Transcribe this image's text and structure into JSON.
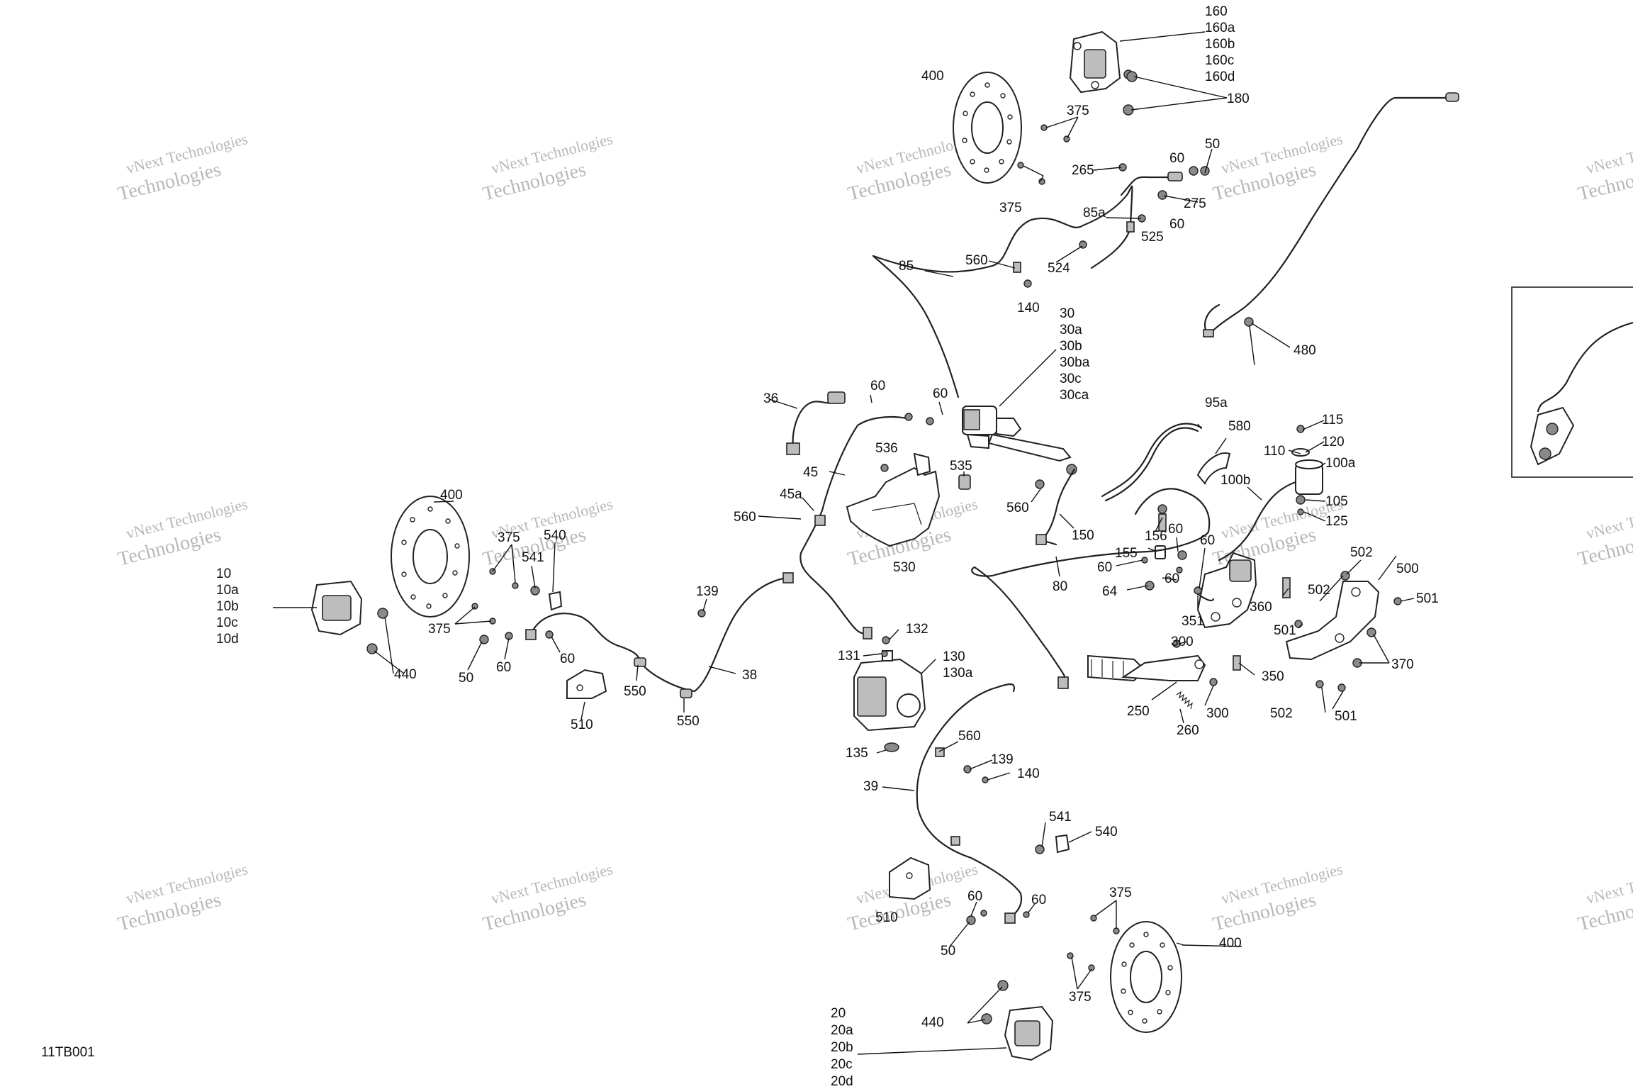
{
  "diagram_code": "11TB001",
  "watermark": {
    "brand": "vNext Technologies",
    "stamp": "Technologies"
  },
  "labels": {
    "l160": [
      "160",
      "160a",
      "160b",
      "160c",
      "160d"
    ],
    "l400_top": "400",
    "l180": "180",
    "l375_a": "375",
    "l375_b": "375",
    "l265": "265",
    "l60_a": "60",
    "l50_a": "50",
    "l275": "275",
    "l60_b": "60",
    "l85a": "85a",
    "l525": "525",
    "l560_a": "560",
    "l524": "524",
    "l85": "85",
    "l140_a": "140",
    "l480": "480",
    "l30": [
      "30",
      "30a",
      "30b",
      "30ba",
      "30c",
      "30ca"
    ],
    "l36": "36",
    "l60_c": "60",
    "l60_d": "60",
    "l95a": "95a",
    "l580": "580",
    "l115": "115",
    "l120": "120",
    "l110": "110",
    "l100a": "100a",
    "l100b": "100b",
    "l105": "105",
    "l125": "125",
    "l536": "536",
    "l45": "45",
    "l535": "535",
    "l560_b": "560",
    "l45a": "45a",
    "l560_c": "560",
    "l150": "150",
    "l156": "156",
    "l60_e": "60",
    "l60_f": "60",
    "l155": "155",
    "l60_g": "60",
    "l502_a": "502",
    "l500": "500",
    "l530": "530",
    "l80": "80",
    "l60_h": "60",
    "l64": "64",
    "l360": "360",
    "l502_b": "502",
    "l501_a": "501",
    "l351": "351",
    "l501_b": "501",
    "l300_a": "300",
    "l370": "370",
    "l400_left": "400",
    "l375_c": "375",
    "l540_a": "540",
    "l541_a": "541",
    "l10": [
      "10",
      "10a",
      "10b",
      "10c",
      "10d"
    ],
    "l375_d": "375",
    "l139_a": "139",
    "l132": "132",
    "l131": "131",
    "l130": "130",
    "l130a": "130a",
    "l350": "350",
    "l440_a": "440",
    "l50_b": "50",
    "l60_i": "60",
    "l60_j": "60",
    "l550_a": "550",
    "l38": "38",
    "l502_c": "502",
    "l501_c": "501",
    "l250": "250",
    "l300_b": "300",
    "l510_a": "510",
    "l550_b": "550",
    "l260": "260",
    "l135": "135",
    "l560_d": "560",
    "l139_b": "139",
    "l140_b": "140",
    "l39": "39",
    "l541_b": "541",
    "l540_b": "540",
    "l60_k": "60",
    "l60_l": "60",
    "l375_e": "375",
    "l510_b": "510",
    "l50_c": "50",
    "l400_bottom": "400",
    "l375_f": "375",
    "l440_b": "440",
    "l20": [
      "20",
      "20a",
      "20b",
      "20c",
      "20d"
    ]
  }
}
